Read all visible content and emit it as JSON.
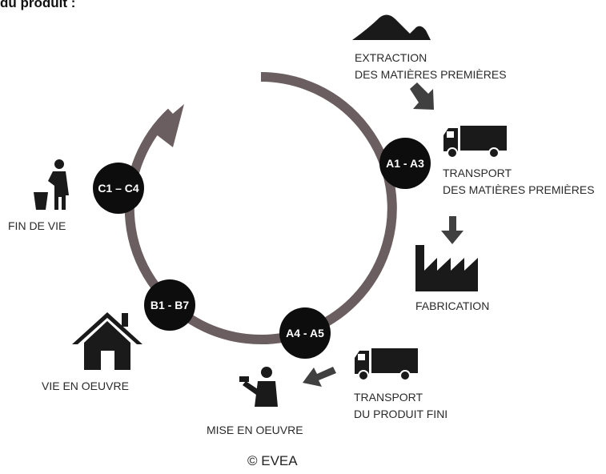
{
  "title": "du produit :",
  "stages": {
    "extraction": [
      "EXTRACTION",
      "DES MATIÈRES PREMIÈRES"
    ],
    "transport_raw": [
      "TRANSPORT",
      "DES MATIÈRES PREMIÈRES"
    ],
    "fabrication": [
      "FABRICATION"
    ],
    "transport_product": [
      "TRANSPORT",
      "DU PRODUIT FINI"
    ],
    "implementation": [
      "MISE EN OEUVRE"
    ],
    "use": [
      "VIE EN OEUVRE"
    ],
    "end_of_life": [
      "FIN DE VIE"
    ]
  },
  "badges": {
    "a1_a3": "A1 - A3",
    "a4_a5": "A4 - A5",
    "b1_b7": "B1 - B7",
    "c1_c4": "C1 – C4"
  },
  "copyright": "© EVEA",
  "icons": [
    "mountain-icon",
    "truck-icon",
    "factory-icon",
    "worker-icon",
    "house-icon",
    "trash-person-icon",
    "arrow-icon"
  ],
  "colors": {
    "cycle": "#6b5e60",
    "badge": "#0d0d0d",
    "icon": "#1a1a1a",
    "arrow": "#404040"
  }
}
